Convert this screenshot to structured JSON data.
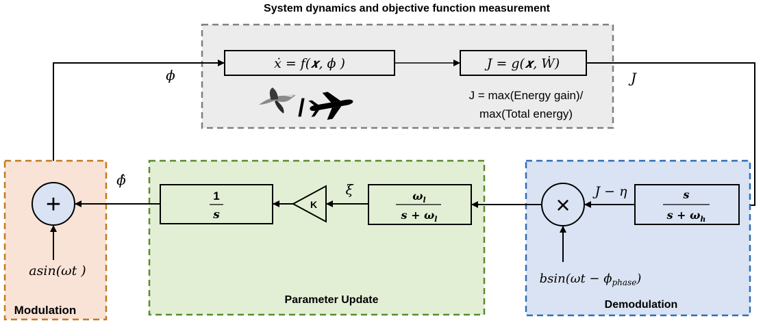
{
  "title": "System dynamics and objective function measurement",
  "system": {
    "dynamics_eq": "ẋ = f(𝒙, ϕ )",
    "objective_eq": "J = g(𝒙, Ẇ)",
    "objective_definition": [
      "J = max(Energy gain)/",
      "max(Total energy)"
    ],
    "icons": [
      "bird-icon",
      "airplane-icon"
    ],
    "slash": "/"
  },
  "signals": {
    "phi": "ϕ",
    "J": "J",
    "phi_hat": "ϕ̂",
    "xi": "ξ",
    "J_minus_eta": "J − η"
  },
  "modulation": {
    "label": "Modulation",
    "sum_symbol": "+",
    "input": "asin(ωt )",
    "color": "#c27a1f",
    "fill": "#f9e3d6"
  },
  "parameter_update": {
    "label": "Parameter Update",
    "integrator": {
      "num": "1",
      "den": "s"
    },
    "gain": "K",
    "lowpass": {
      "num": "ωl",
      "den": "s + ωl"
    },
    "color": "#5a8a2c",
    "fill": "#e3efd5"
  },
  "demodulation": {
    "label": "Demodulation",
    "mult_symbol": "×",
    "input": "bsin(ωt − ϕphase)",
    "highpass": {
      "num": "s",
      "den": "s + ωh"
    },
    "color": "#2f6db3",
    "fill": "#dae3f3"
  },
  "colors": {
    "system_border": "#7f7f7f",
    "system_fill": "#ececec",
    "block_fill_green": "#e3efd5",
    "block_fill_blue": "#dae3f3",
    "junction_fill": "#dae3f3"
  }
}
